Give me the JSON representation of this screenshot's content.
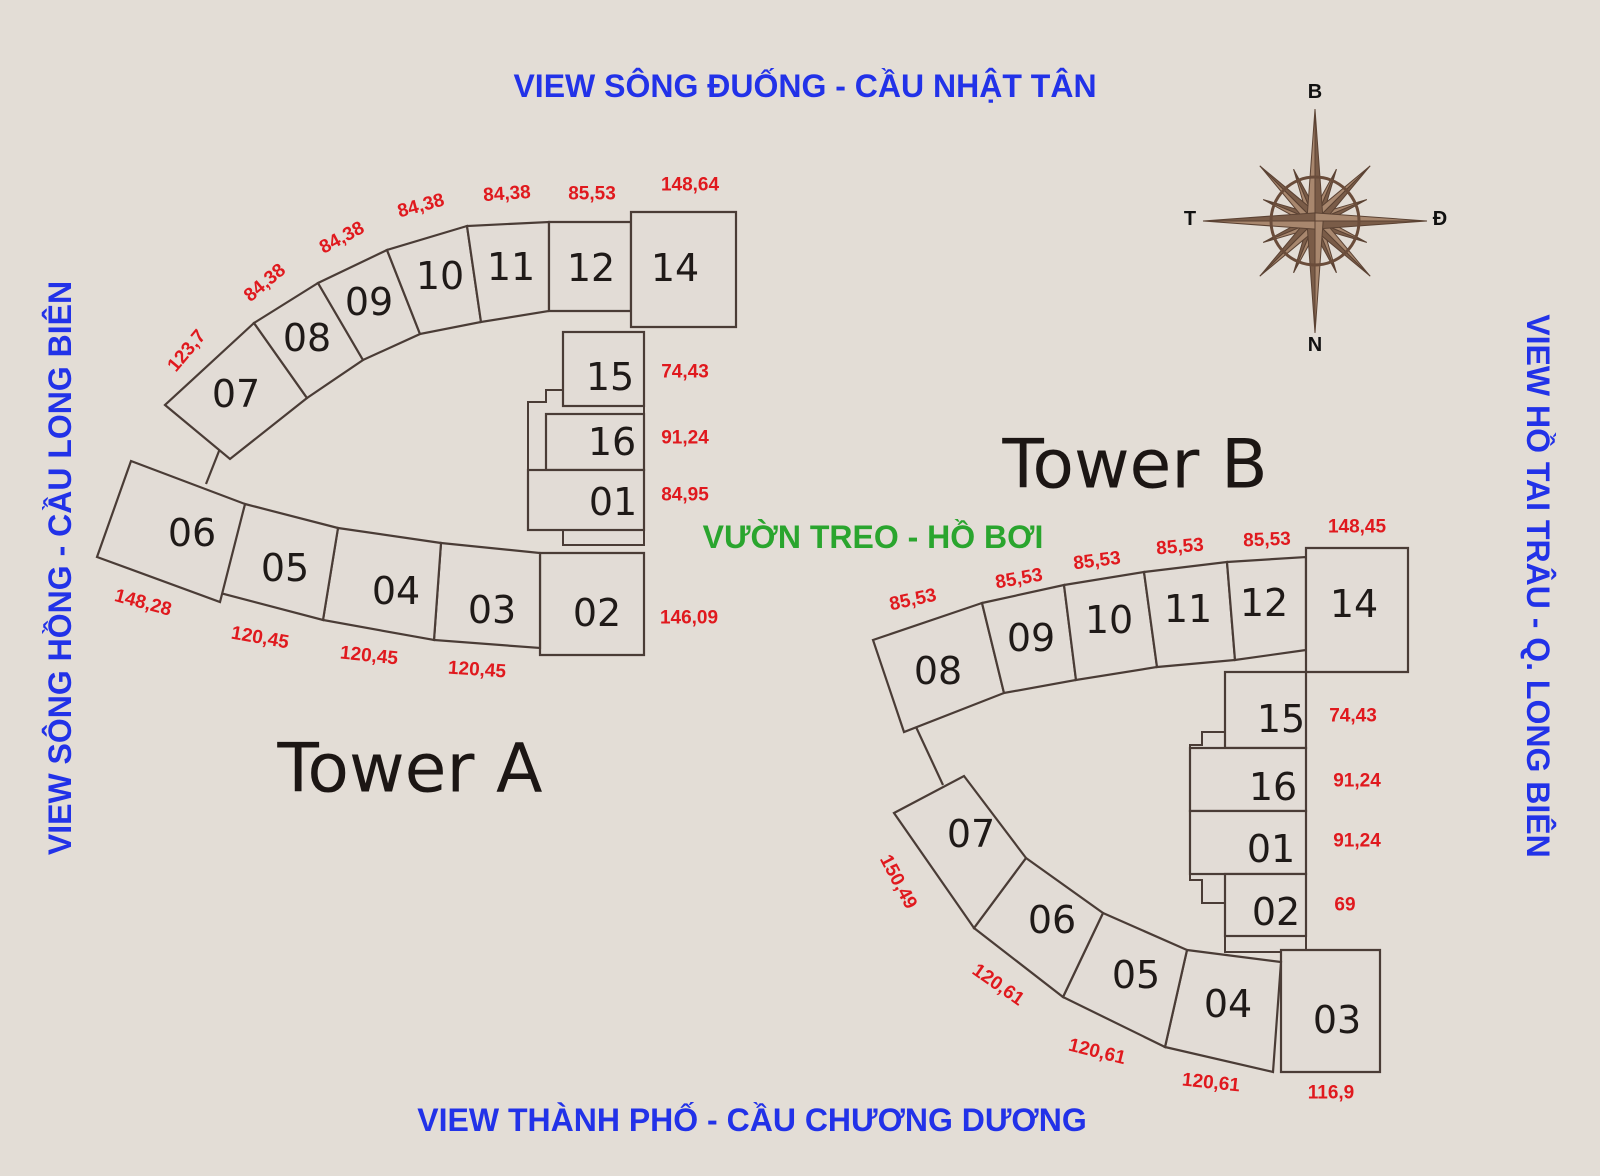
{
  "views": {
    "top": "VIEW SÔNG ĐUỐNG - CẦU NHẬT TÂN",
    "bottom": "VIEW THÀNH PHỐ - CẦU CHƯƠNG DƯƠNG",
    "left": "VIEW SÔNG HỒNG - CẦU LONG BIÊN",
    "right": "VIEW HỒ TAI TRÂU - Q. LONG BIÊN"
  },
  "center_label": "VƯỜN TREO - HỒ BƠI",
  "compass": {
    "north": "B",
    "south": "N",
    "west": "T",
    "east": "Đ",
    "color": "#7a5c48"
  },
  "colors": {
    "view_text": "#2232e8",
    "area_text": "#e0191e",
    "garden_text": "#2aa52e",
    "background": "#e3ddd6"
  },
  "tower_a": {
    "name": "Tower A",
    "units": [
      {
        "id": "07",
        "area": "123,7"
      },
      {
        "id": "08",
        "area": "84,38"
      },
      {
        "id": "09",
        "area": "84,38"
      },
      {
        "id": "10",
        "area": "84,38"
      },
      {
        "id": "11",
        "area": "84,38"
      },
      {
        "id": "12",
        "area": "85,53"
      },
      {
        "id": "14",
        "area": "148,64"
      },
      {
        "id": "15",
        "area": "74,43"
      },
      {
        "id": "16",
        "area": "91,24"
      },
      {
        "id": "01",
        "area": "84,95"
      },
      {
        "id": "02",
        "area": "146,09"
      },
      {
        "id": "03",
        "area": "120,45"
      },
      {
        "id": "04",
        "area": "120,45"
      },
      {
        "id": "05",
        "area": "120,45"
      },
      {
        "id": "06",
        "area": "148,28"
      }
    ]
  },
  "tower_b": {
    "name": "Tower B",
    "units": [
      {
        "id": "08",
        "area": "85,53"
      },
      {
        "id": "09",
        "area": "85,53"
      },
      {
        "id": "10",
        "area": "85,53"
      },
      {
        "id": "11",
        "area": "85,53"
      },
      {
        "id": "12",
        "area": "85,53"
      },
      {
        "id": "14",
        "area": "148,45"
      },
      {
        "id": "15",
        "area": "74,43"
      },
      {
        "id": "16",
        "area": "91,24"
      },
      {
        "id": "01",
        "area": "91,24"
      },
      {
        "id": "02",
        "area": "69"
      },
      {
        "id": "03",
        "area": "116,9"
      },
      {
        "id": "04",
        "area": "120,61"
      },
      {
        "id": "05",
        "area": "120,61"
      },
      {
        "id": "06",
        "area": "120,61"
      },
      {
        "id": "07",
        "area": "150,49"
      }
    ]
  }
}
